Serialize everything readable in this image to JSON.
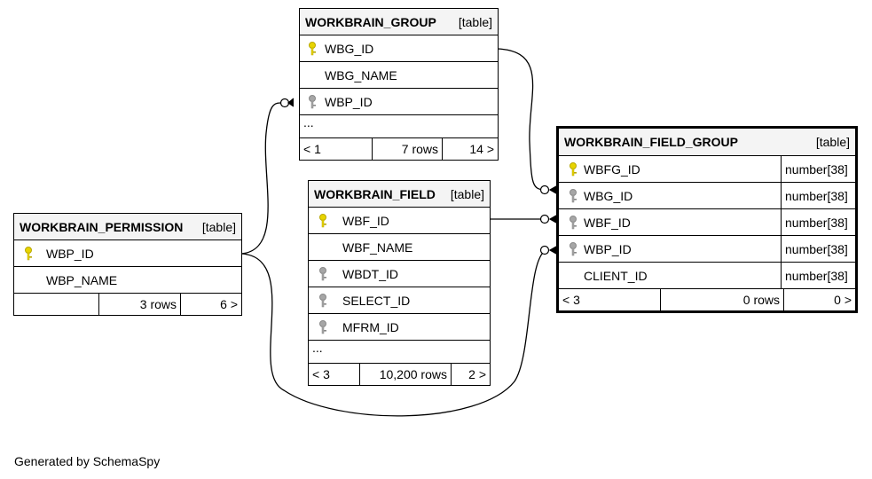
{
  "diagram": {
    "credit": "Generated by SchemaSpy",
    "tables": {
      "group": {
        "name": "WORKBRAIN_GROUP",
        "kind": "[table]",
        "columns": [
          {
            "name": "WBG_ID",
            "key": "primary"
          },
          {
            "name": "WBG_NAME",
            "key": "none"
          },
          {
            "name": "WBP_ID",
            "key": "foreign"
          }
        ],
        "ellipsis": "...",
        "footer": {
          "prev": "< 1",
          "rows": "7 rows",
          "next": "14 >"
        }
      },
      "field": {
        "name": "WORKBRAIN_FIELD",
        "kind": "[table]",
        "columns": [
          {
            "name": "WBF_ID",
            "key": "primary"
          },
          {
            "name": "WBF_NAME",
            "key": "none"
          },
          {
            "name": "WBDT_ID",
            "key": "foreign"
          },
          {
            "name": "SELECT_ID",
            "key": "foreign"
          },
          {
            "name": "MFRM_ID",
            "key": "foreign"
          }
        ],
        "ellipsis": "...",
        "footer": {
          "prev": "< 3",
          "rows": "10,200 rows",
          "next": "2 >"
        }
      },
      "permission": {
        "name": "WORKBRAIN_PERMISSION",
        "kind": "[table]",
        "columns": [
          {
            "name": "WBP_ID",
            "key": "primary"
          },
          {
            "name": "WBP_NAME",
            "key": "none"
          }
        ],
        "footer": {
          "prev": "",
          "rows": "3 rows",
          "next": "6 >"
        }
      },
      "field_group": {
        "name": "WORKBRAIN_FIELD_GROUP",
        "kind": "[table]",
        "columns": [
          {
            "name": "WBFG_ID",
            "key": "primary",
            "type": "number[38]"
          },
          {
            "name": "WBG_ID",
            "key": "foreign",
            "type": "number[38]"
          },
          {
            "name": "WBF_ID",
            "key": "foreign",
            "type": "number[38]"
          },
          {
            "name": "WBP_ID",
            "key": "foreign",
            "type": "number[38]"
          },
          {
            "name": "CLIENT_ID",
            "key": "none",
            "type": "number[38]"
          }
        ],
        "footer": {
          "prev": "< 3",
          "rows": "0 rows",
          "next": "0 >"
        }
      }
    },
    "colors": {
      "primary_key": "#e8d400",
      "foreign_key": "#a6a6a6",
      "header_bg": "#f4f4f4"
    },
    "relationships": [
      {
        "from": "WORKBRAIN_FIELD_GROUP.WBG_ID",
        "to": "WORKBRAIN_GROUP.WBG_ID"
      },
      {
        "from": "WORKBRAIN_FIELD_GROUP.WBF_ID",
        "to": "WORKBRAIN_FIELD.WBF_ID"
      },
      {
        "from": "WORKBRAIN_FIELD_GROUP.WBP_ID",
        "to": "WORKBRAIN_PERMISSION.WBP_ID"
      },
      {
        "from": "WORKBRAIN_GROUP.WBP_ID",
        "to": "WORKBRAIN_PERMISSION.WBP_ID"
      }
    ]
  }
}
